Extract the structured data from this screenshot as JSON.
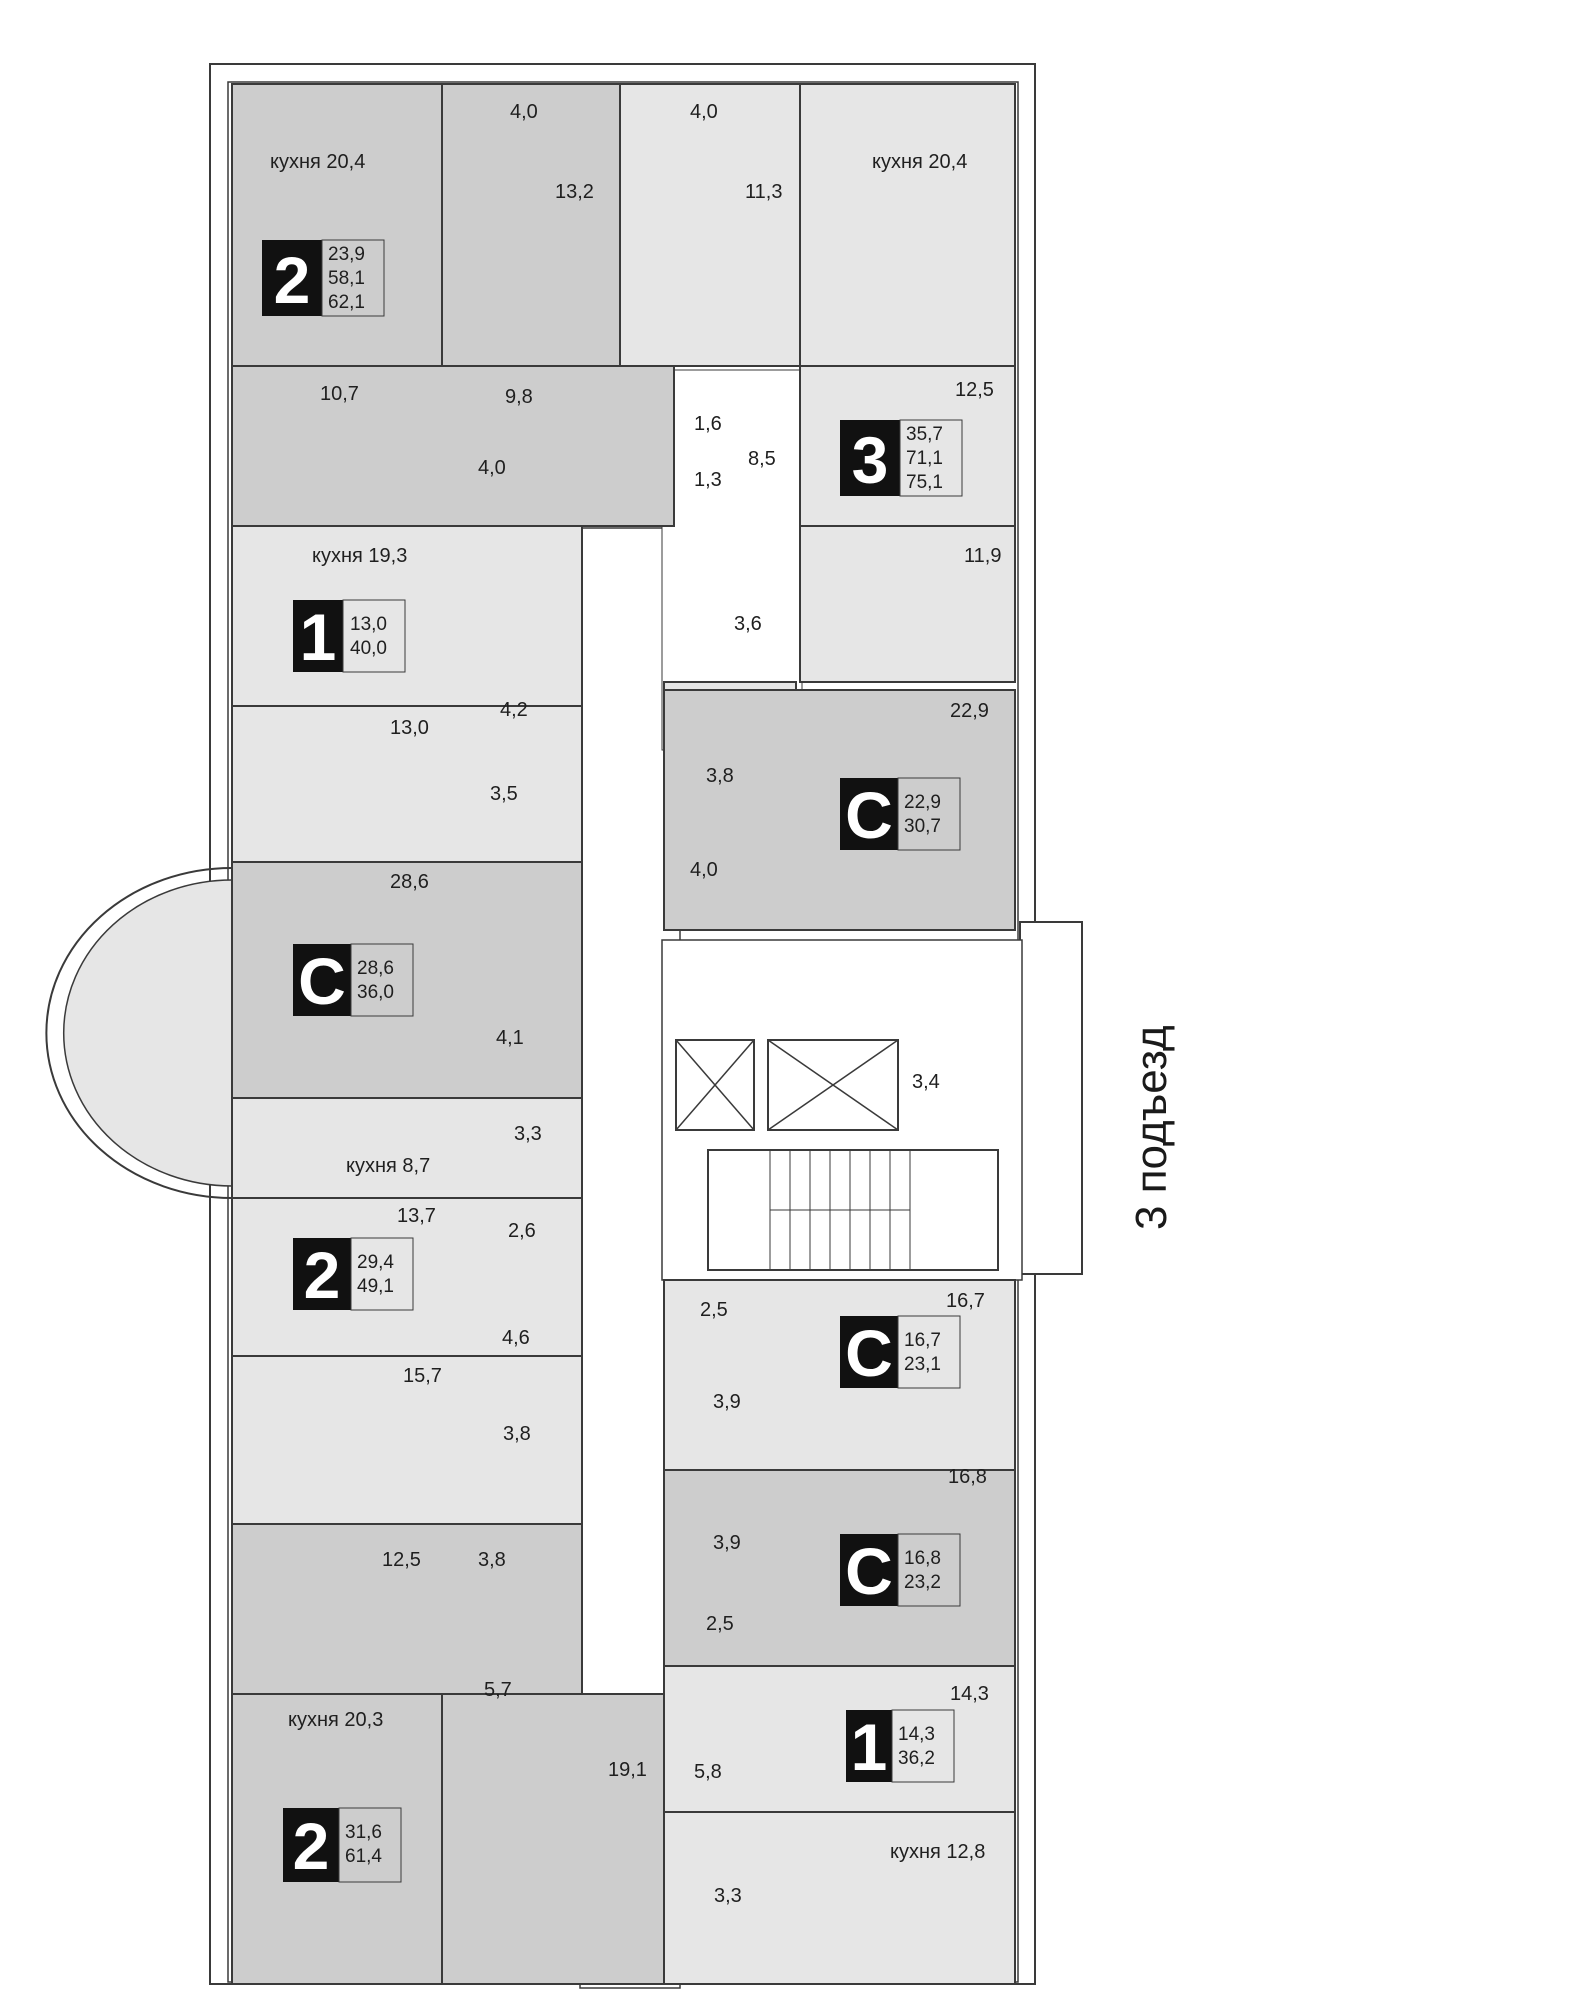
{
  "entrance_label": "3 подъезд",
  "colors": {
    "dark_fill": "#cdcdcd",
    "light_fill": "#e6e6e6",
    "corridor": "#ffffff",
    "wall": "#3a3a3a",
    "badge": "#111111"
  },
  "apartments": [
    {
      "id": "a1",
      "type": "2",
      "values": [
        "23,9",
        "58,1",
        "62,1"
      ]
    },
    {
      "id": "a2",
      "type": "3",
      "values": [
        "35,7",
        "71,1",
        "75,1"
      ]
    },
    {
      "id": "a3",
      "type": "1",
      "values": [
        "13,0",
        "40,0"
      ]
    },
    {
      "id": "a4",
      "type": "C",
      "values": [
        "22,9",
        "30,7"
      ]
    },
    {
      "id": "a5",
      "type": "C",
      "values": [
        "28,6",
        "36,0"
      ]
    },
    {
      "id": "a6",
      "type": "2",
      "values": [
        "29,4",
        "49,1"
      ]
    },
    {
      "id": "a7",
      "type": "C",
      "values": [
        "16,7",
        "23,1"
      ]
    },
    {
      "id": "a8",
      "type": "C",
      "values": [
        "16,8",
        "23,2"
      ]
    },
    {
      "id": "a9",
      "type": "2",
      "values": [
        "31,6",
        "61,4"
      ]
    },
    {
      "id": "a10",
      "type": "1",
      "values": [
        "14,3",
        "36,2"
      ]
    }
  ],
  "rooms": [
    {
      "label": "4,0"
    },
    {
      "label": "4,0"
    },
    {
      "label": "кухня 20,4"
    },
    {
      "label": "кухня 20,4"
    },
    {
      "label": "13,2"
    },
    {
      "label": "11,3"
    },
    {
      "label": "10,7"
    },
    {
      "label": "9,8"
    },
    {
      "label": "1,6"
    },
    {
      "label": "8,5"
    },
    {
      "label": "12,5"
    },
    {
      "label": "4,0"
    },
    {
      "label": "1,3"
    },
    {
      "label": "кухня 19,3"
    },
    {
      "label": "11,9"
    },
    {
      "label": "3,6"
    },
    {
      "label": "4,2"
    },
    {
      "label": "13,0"
    },
    {
      "label": "22,9"
    },
    {
      "label": "3,5"
    },
    {
      "label": "3,8"
    },
    {
      "label": "4,0"
    },
    {
      "label": "28,6"
    },
    {
      "label": "4,1"
    },
    {
      "label": "3,4"
    },
    {
      "label": "3,3"
    },
    {
      "label": "кухня 8,7"
    },
    {
      "label": "13,7"
    },
    {
      "label": "2,6"
    },
    {
      "label": "2,5"
    },
    {
      "label": "16,7"
    },
    {
      "label": "4,6"
    },
    {
      "label": "15,7"
    },
    {
      "label": "3,9"
    },
    {
      "label": "3,8"
    },
    {
      "label": "16,8"
    },
    {
      "label": "3,9"
    },
    {
      "label": "12,5"
    },
    {
      "label": "3,8"
    },
    {
      "label": "2,5"
    },
    {
      "label": "5,7"
    },
    {
      "label": "14,3"
    },
    {
      "label": "кухня 20,3"
    },
    {
      "label": "19,1"
    },
    {
      "label": "5,8"
    },
    {
      "label": "кухня 12,8"
    },
    {
      "label": "3,3"
    }
  ]
}
